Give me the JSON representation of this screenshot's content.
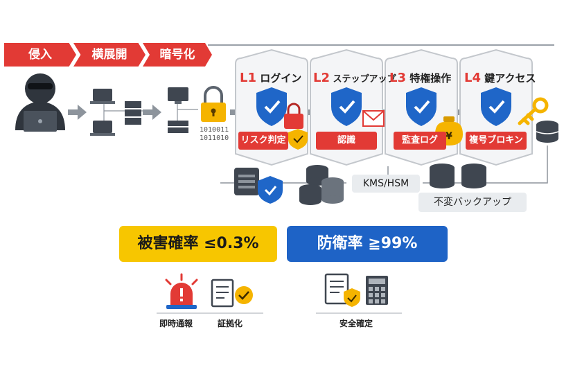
{
  "attack_chain": [
    {
      "label": "侵入"
    },
    {
      "label": "横展開"
    },
    {
      "label": "暗号化"
    }
  ],
  "binary_text": [
    "1010011",
    "1011010"
  ],
  "layers": [
    {
      "id": "L1",
      "title": "ログイン",
      "tag": "リスク判定"
    },
    {
      "id": "L2",
      "title": "ステップアップ",
      "tag": "認識"
    },
    {
      "id": "L3",
      "title": "特権操作",
      "tag": "監査ログ"
    },
    {
      "id": "L4",
      "title": "鍵アクセス",
      "tag": "複号ブロキン"
    }
  ],
  "storage": {
    "kms_label": "KMS/HSM",
    "backup_label": "不変バックアップ"
  },
  "metrics": [
    {
      "label": "被害確率 ≤0.3%",
      "color": "#f7c600",
      "text_color": "#1a1a1a"
    },
    {
      "label": "防衛率 ≧99%",
      "color": "#1e63c6",
      "text_color": "#ffffff"
    }
  ],
  "captions": {
    "alert": "即時通報",
    "evidence": "証拠化",
    "safety": "安全確定"
  },
  "colors": {
    "accent_red": "#e23a35",
    "shield_blue": "#1f66c8",
    "dark_gray": "#3f4650",
    "gold": "#f5b400"
  }
}
